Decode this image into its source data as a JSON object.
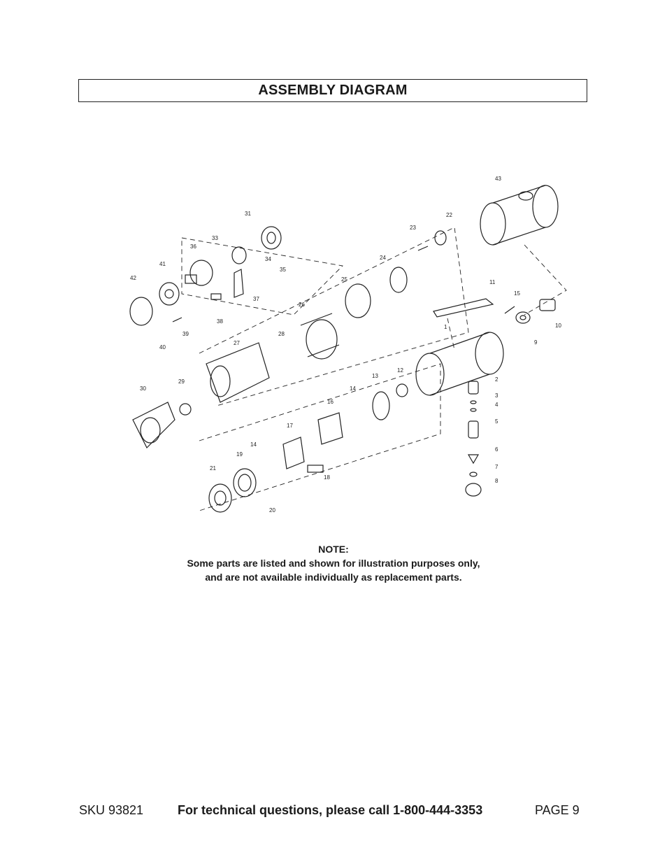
{
  "title": "ASSEMBLY DIAGRAM",
  "diagram": {
    "part_labels": [
      "1",
      "2",
      "3",
      "4",
      "5",
      "6",
      "7",
      "8",
      "9",
      "10",
      "11",
      "12",
      "13",
      "14",
      "14",
      "15",
      "16",
      "17",
      "18",
      "19",
      "20",
      "21",
      "22",
      "23",
      "24",
      "25",
      "26",
      "27",
      "28",
      "29",
      "30",
      "31",
      "33",
      "34",
      "35",
      "36",
      "37",
      "38",
      "39",
      "40",
      "41",
      "42",
      "43"
    ]
  },
  "note": {
    "heading": "NOTE:",
    "line1": "Some parts are listed and shown for illustration purposes only,",
    "line2": "and are not available individually as replacement parts."
  },
  "footer": {
    "sku": "SKU 93821",
    "tech": "For technical questions, please call 1-800-444-3353",
    "page": "PAGE 9"
  }
}
